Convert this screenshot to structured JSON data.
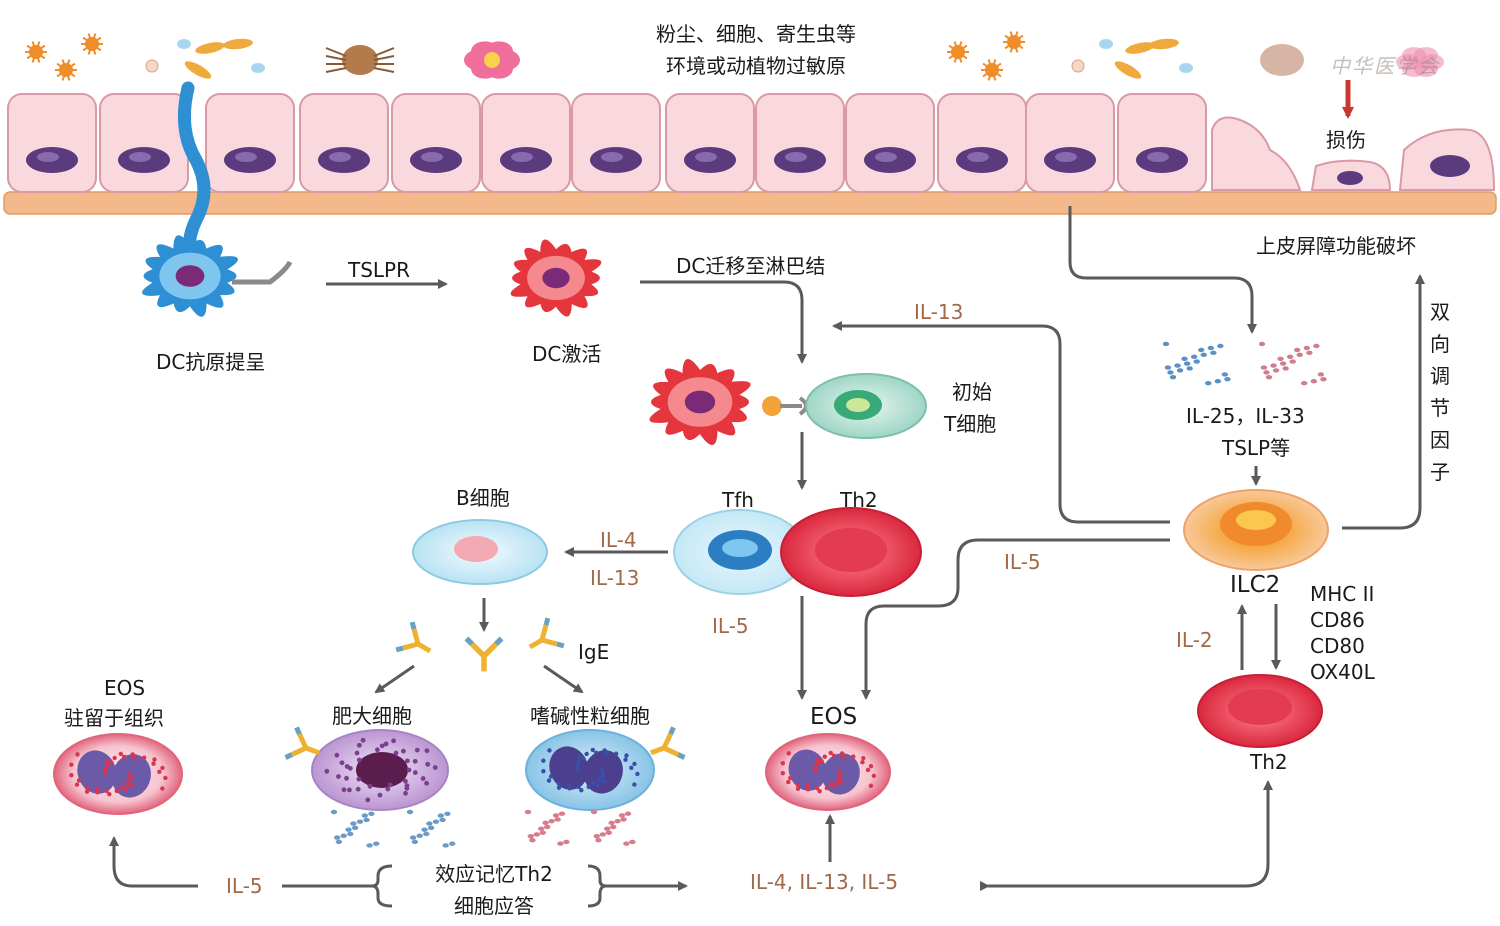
{
  "diagram": {
    "allergen_caption": [
      "粉尘、细胞、寄生虫等",
      "环境或动植物过敏原"
    ],
    "damage_label": "损伤",
    "barrier_label": "上皮屏障功能破坏",
    "dc_presentation": "DC抗原提呈",
    "tslpr": "TSLPR",
    "dc_activation": "DC激活",
    "dc_migration": "DC迁移至淋巴结",
    "naive_t": [
      "初始",
      "T细胞"
    ],
    "cytokines_epithelial": [
      "IL-25，IL-33",
      "TSLP等"
    ],
    "bidirectional": "双向调节因子",
    "ilc2": "ILC2",
    "markers": [
      "MHC  II",
      "CD86",
      "CD80",
      "OX40L"
    ],
    "il2": "IL-2",
    "th2_bottom": "Th2",
    "il13_top": "IL-13",
    "il5_ilc2": "IL-5",
    "tfh": "Tfh",
    "th2_mid": "Th2",
    "b_cell": "B细胞",
    "il4": "IL-4",
    "il13_b": "IL-13",
    "il5_mid": "IL-5",
    "ige": "IgE",
    "mast_cell": "肥大细胞",
    "basophil": "嗜碱性粒细胞",
    "eos_center": "EOS",
    "eos_left": [
      "EOS",
      "驻留于组织"
    ],
    "il5_bottom": "IL-5",
    "memory_th2": [
      "效应记忆Th2",
      "细胞应答"
    ],
    "bottom_cytokines": "IL-4, IL-13, IL-5",
    "watermark": "中华医学会"
  },
  "colors": {
    "label_brown": "#a0694a",
    "arrow_gray": "#5a5a5a",
    "epithelium_pink": "#f9d9de",
    "basement_orange": "#f3b98a",
    "damage_red": "#c8382e"
  }
}
